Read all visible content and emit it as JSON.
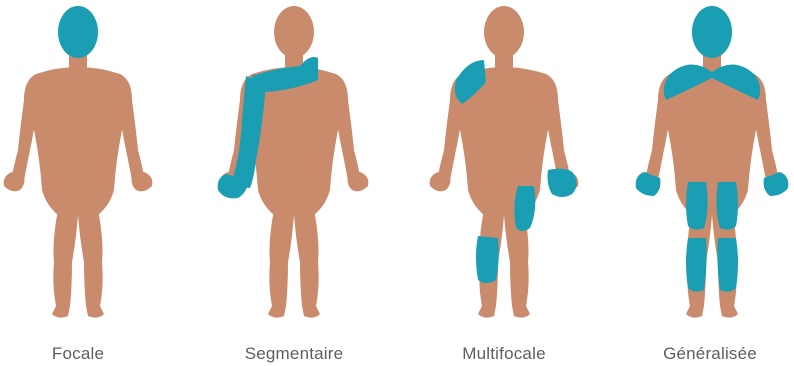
{
  "colors": {
    "skin": "#c98b6c",
    "highlight": "#1a9eb3",
    "label": "#5e5e5e"
  },
  "figures": [
    {
      "label": "Focale",
      "highlighted_regions": [
        "head"
      ]
    },
    {
      "label": "Segmentaire",
      "highlighted_regions": [
        "left-shoulder",
        "left-arm",
        "left-hand"
      ]
    },
    {
      "label": "Multifocale",
      "highlighted_regions": [
        "left-shoulder",
        "right-hand",
        "right-thigh",
        "left-shin"
      ]
    },
    {
      "label": "Généralisée",
      "highlighted_regions": [
        "head",
        "shoulders",
        "both-hands",
        "both-thighs",
        "both-shins"
      ]
    }
  ]
}
